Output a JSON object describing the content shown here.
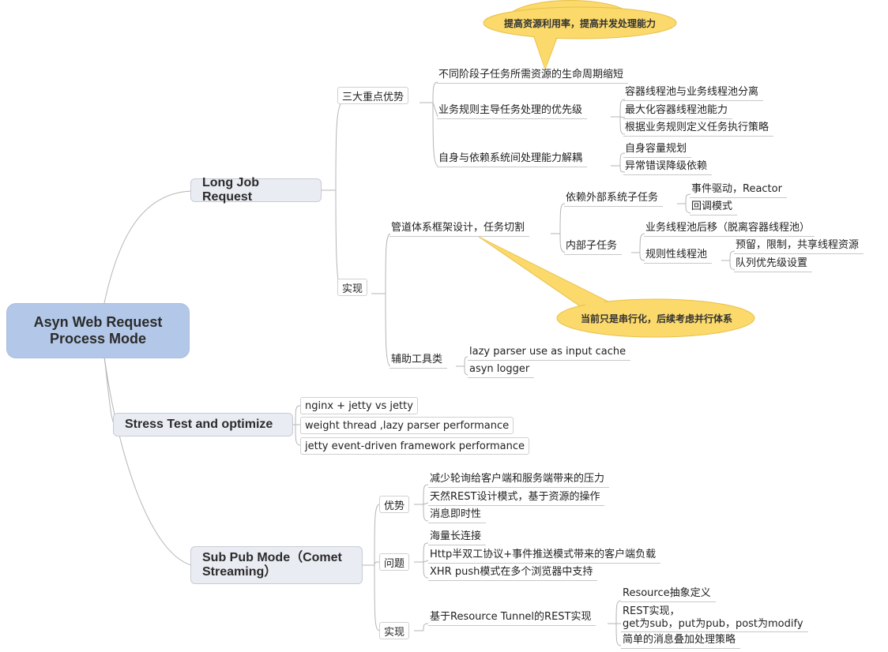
{
  "root": "Asyn Web Request\nProcess Mode",
  "branches": {
    "long_job": {
      "title": "Long Job Request",
      "advantages": {
        "label": "三大重点优势",
        "item1": "不同阶段子任务所需资源的生命周期缩短",
        "item2": {
          "label": "业务规则主导任务处理的优先级",
          "children": [
            "容器线程池与业务线程池分离",
            "最大化容器线程池能力",
            "根据业务规则定义任务执行策略"
          ]
        },
        "item3": {
          "label": "自身与依赖系统间处理能力解耦",
          "children": [
            "自身容量规划",
            "异常错误降级依赖"
          ]
        },
        "callout": "提高资源利用率，提高并发处理能力"
      },
      "impl": {
        "label": "实现",
        "pipeline": {
          "label": "管道体系框架设计，任务切割",
          "external": {
            "label": "依赖外部系统子任务",
            "children": [
              "事件驱动，Reactor",
              "回调模式"
            ]
          },
          "internal": {
            "label": "内部子任务",
            "migrate": "业务线程池后移（脱离容器线程池）",
            "rule_pool": {
              "label": "规则性线程池",
              "children": [
                "预留，限制，共享线程资源",
                "队列优先级设置"
              ]
            }
          },
          "callout": "当前只是串行化，后续考虑并行体系"
        },
        "tools": {
          "label": "辅助工具类",
          "children": [
            "lazy parser use as input cache",
            "asyn logger"
          ]
        }
      }
    },
    "stress": {
      "title": "Stress Test and optimize",
      "children": [
        "nginx + jetty vs jetty",
        "weight thread ,lazy parser performance",
        "jetty event-driven framework performance"
      ]
    },
    "subpub": {
      "title": "Sub Pub Mode（Comet\nStreaming）",
      "advantages": {
        "label": "优势",
        "children": [
          "减少轮询给客户端和服务端带来的压力",
          "天然REST设计模式，基于资源的操作",
          "消息即时性"
        ]
      },
      "problems": {
        "label": "问题",
        "children": [
          "海量长连接",
          "Http半双工协议+事件推送模式带来的客户端负载",
          "XHR push模式在多个浏览器中支持"
        ]
      },
      "impl": {
        "label": "实现",
        "child": "基于Resource Tunnel的REST实现",
        "grandchildren": [
          "Resource抽象定义",
          "REST实现，\nget为sub，put为pub，post为modify",
          "简单的消息叠加处理策略"
        ]
      }
    }
  },
  "colors": {
    "root_fill": "#b3c8e8",
    "main_fill": "#eaecf3",
    "callout_fill": "#fbd96a",
    "line": "#b5b5b5"
  }
}
